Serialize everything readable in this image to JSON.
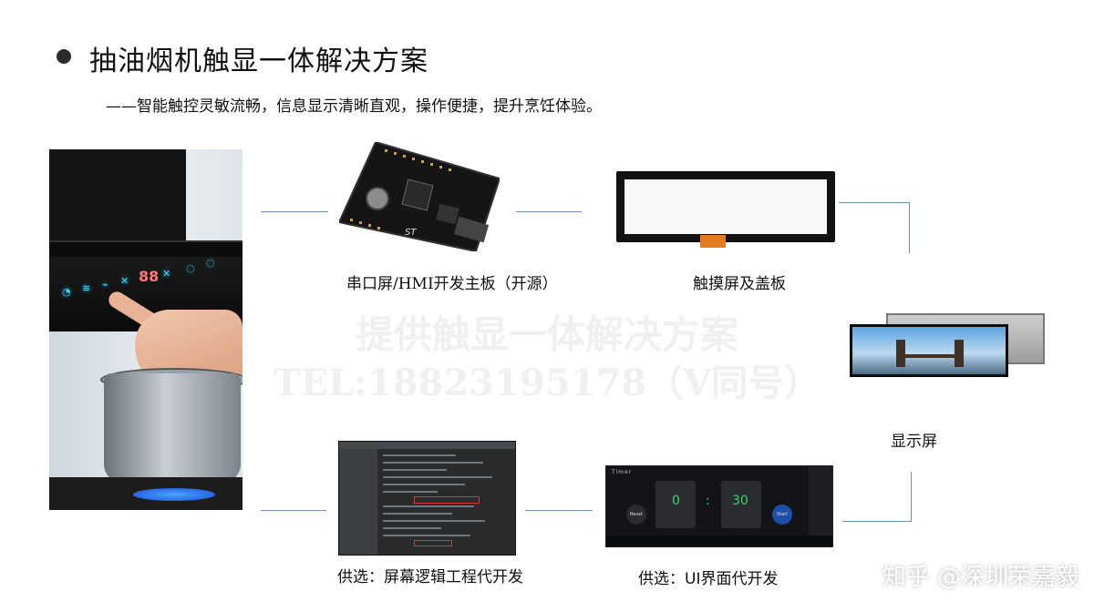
{
  "header": {
    "title": "抽油烟机触显一体解决方案",
    "subtitle": "——智能触控灵敏流畅，信息显示清晰直观，操作便捷，提升烹饪体验。"
  },
  "captions": {
    "board": "串口屏/HMI开发主板（开源）",
    "touch_panel": "触摸屏及盖板",
    "display": "显示屏",
    "logic": "供选：屏幕逻辑工程代开发",
    "ui": "供选：UI界面代开发"
  },
  "watermark": {
    "line1": "提供触显一体解决方案",
    "line2": "TEL:18823195178（V同号）"
  },
  "footer": "知乎 @深圳荣嘉毅",
  "hood_display": {
    "digits": "88"
  },
  "ui_screen": {
    "title": "Timer",
    "left_value": "0",
    "right_value": "30",
    "reset_label": "Reset",
    "start_label": "Start"
  },
  "colors": {
    "connector": "#6f8fb6",
    "led": "#3ad7ff",
    "timer_digits": "#3bd46b"
  }
}
